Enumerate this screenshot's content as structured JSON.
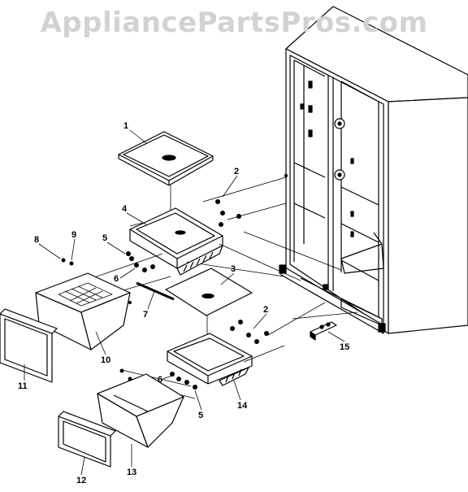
{
  "watermark": "AppliancePartsPros.com",
  "callouts": [
    "1",
    "2",
    "3",
    "4",
    "5",
    "6",
    "7",
    "8",
    "9",
    "10",
    "11",
    "12",
    "13",
    "14",
    "15",
    "2",
    "5",
    "6"
  ]
}
